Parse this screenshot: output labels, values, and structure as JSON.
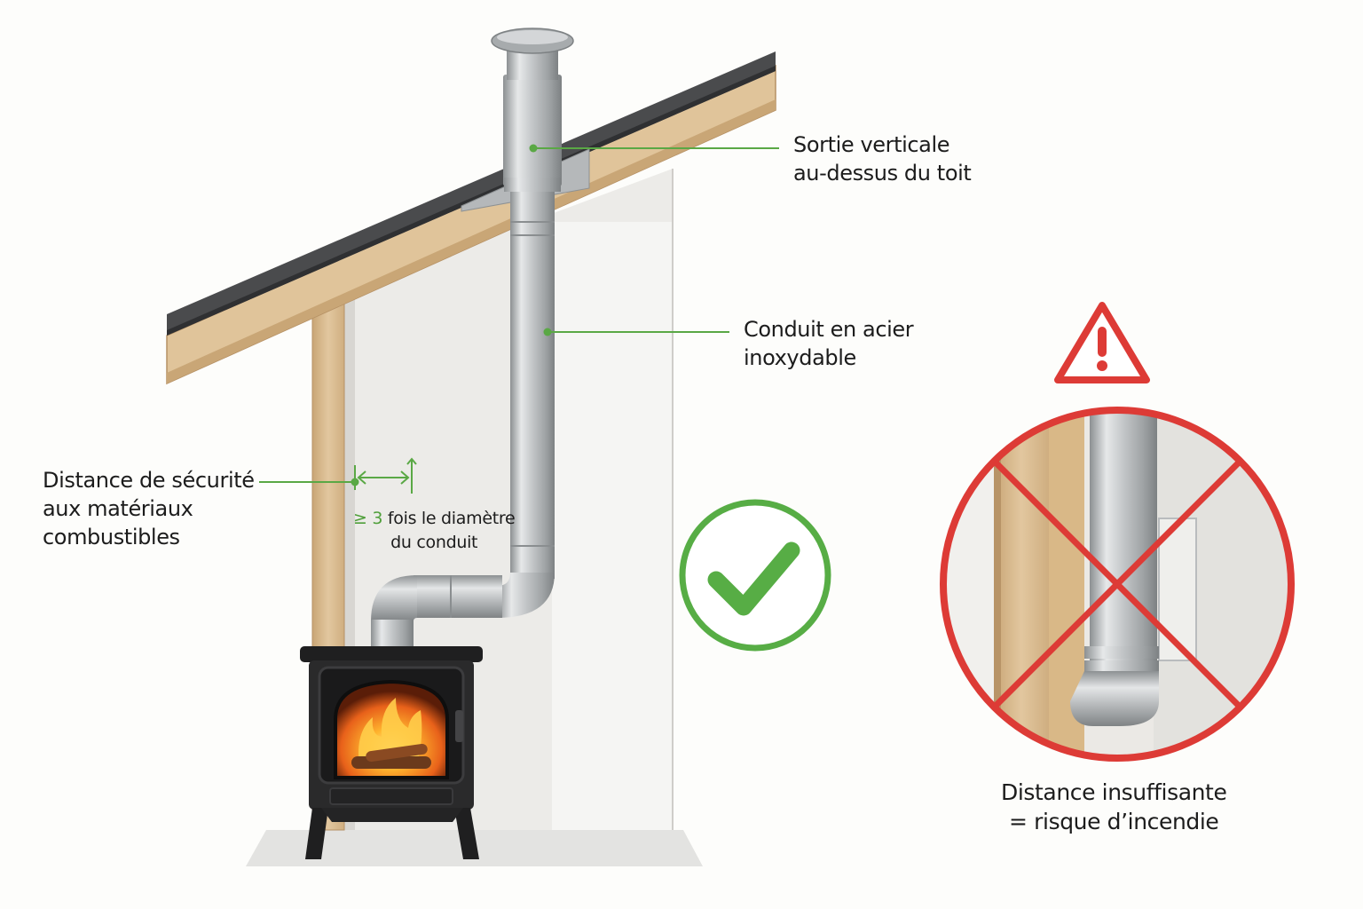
{
  "labels": {
    "roof_exit_line1": "Sortie verticale",
    "roof_exit_line2": "au-dessus du toit",
    "duct_line1": "Conduit en acier",
    "duct_line2": "inoxydable",
    "safety_line1": "Distance de sécurité",
    "safety_line2": "aux matériaux",
    "safety_line3": "combustibles",
    "clearance_symbol": "≥ 3",
    "clearance_rest": "fois le diamètre",
    "clearance_line2": "du conduit",
    "warning_line1": "Distance insuffisante",
    "warning_line2": "= risque d’incendie"
  },
  "icons": {
    "ok": "check-circle-icon",
    "warning": "warning-triangle-icon",
    "forbidden": "cross-circle-icon"
  },
  "colors": {
    "annotation_green": "#5aa845",
    "check_green": "#57ad45",
    "warning_red": "#dd3b36",
    "steel": "#b9bcbe",
    "wood": "#dcbf93",
    "stove": "#2a2a2b",
    "wall": "#ecebe8"
  }
}
